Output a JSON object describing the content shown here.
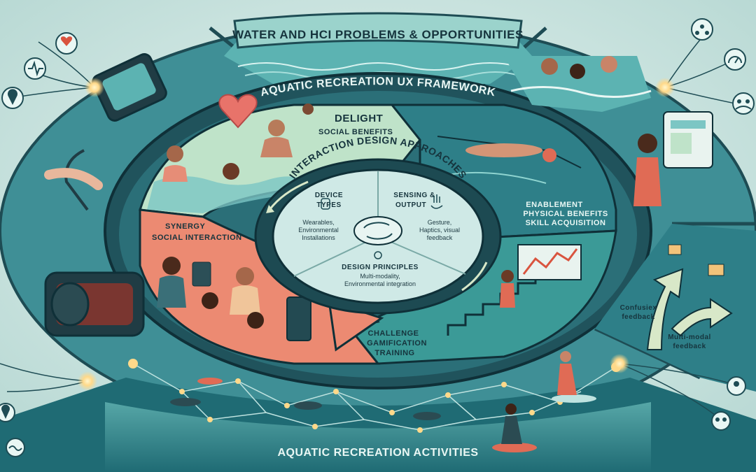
{
  "titles": {
    "outer_top": "WATER AND HCI PROBLEMS & OPPORTUNITIES",
    "framework": "AQUATIC RECREATION UX FRAMEWORK",
    "bottom": "AQUATIC RECREATION ACTIVITIES",
    "center": "INTERACTION DESIGN APPROACHES"
  },
  "segments": {
    "delight": {
      "title": "DELIGHT",
      "subtitle": "SOCIAL BENEFITS"
    },
    "enablement": {
      "title": "ENABLEMENT",
      "line1": "PHYSICAL BENEFITS",
      "line2": "SKILL ACQUISITION"
    },
    "challenge": {
      "title": "CHALLENGE",
      "line1": "GAMIFICATION",
      "line2": "TRAINING"
    },
    "synergy": {
      "title": "SYNERGY",
      "subtitle": "SOCIAL INTERACTION"
    }
  },
  "center": {
    "device_types": {
      "title_1": "DEVICE",
      "title_2": "TYPES",
      "desc_1": "Wearables,",
      "desc_2": "Environmental",
      "desc_3": "Installations"
    },
    "sensing_output": {
      "title_1": "SENSING &",
      "title_2": "OUTPUT",
      "desc_1": "Gesture,",
      "desc_2": "Haptics, visual",
      "desc_3": "feedback"
    },
    "design_principles": {
      "title": "DESIGN PRINCIPLES",
      "desc_1": "Multi-modality,",
      "desc_2": "Environmental integration"
    }
  },
  "right_panel": {
    "feedback_1a": "Confusiex",
    "feedback_1b": "feedback",
    "feedback_2a": "Multi-modal",
    "feedback_2b": "feedback"
  },
  "colors": {
    "outer_ring": "#3f8f96",
    "framework_band": "#20535c",
    "delight": "#bfe3c9",
    "enablement": "#2e7f88",
    "challenge": "#3b9a97",
    "synergy": "#ec8a72",
    "center_disc": "#cfe9e6",
    "glow": "#ffd98a"
  },
  "icons": [
    "heart-rate-icon",
    "pulse-icon",
    "location-pin-icon",
    "people-network-icon",
    "gauge-icon",
    "group-icon",
    "watch-icon",
    "hand-gesture-icon",
    "gear-icon",
    "heart-icon",
    "wave-icon"
  ]
}
